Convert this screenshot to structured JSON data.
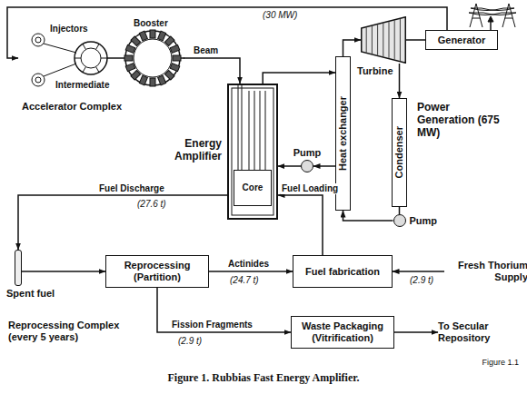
{
  "diagram": {
    "caption": "Figure 1. Rubbias Fast Energy Amplifier.",
    "nodes": [
      {
        "text": [
          "Accelerator Complex"
        ]
      },
      {
        "text": [
          "Energy Amplifier"
        ]
      },
      {
        "text": [
          "Core"
        ],
        "in": 1
      },
      {
        "text": [
          "Pump"
        ]
      },
      {
        "text": [
          "Heat exchanger"
        ]
      },
      {
        "text": [
          "Turbine"
        ]
      },
      {
        "text": [
          "Generator"
        ]
      },
      {
        "text": [
          "Condenser"
        ]
      },
      {
        "text": [
          "Pump"
        ]
      },
      {
        "text": [
          "Spent fuel"
        ]
      },
      {
        "text": [
          "Reprocessing (Partition)"
        ]
      },
      {
        "text": [
          "Fuel fabrication"
        ]
      },
      {
        "text": [
          "Fresh Thorium Supply"
        ]
      },
      {
        "text": [
          "Waste Packaging (Vitrification)"
        ]
      },
      {
        "text": [
          "To Secular Repository"
        ]
      }
    ],
    "edges": [
      {
        "from": 6,
        "to": 0,
        "label": "(30 MW)",
        "arrow": "to"
      },
      {
        "from": 0,
        "to": 1,
        "label": "Beam",
        "arrow": "to"
      },
      {
        "from": 1,
        "to": 4,
        "arrow": "to"
      },
      {
        "from": 4,
        "to": 3,
        "arrow": "to"
      },
      {
        "from": 3,
        "to": 1,
        "arrow": "to"
      },
      {
        "from": 4,
        "to": 5,
        "arrow": "to"
      },
      {
        "from": 5,
        "to": 6,
        "arrow": "none"
      },
      {
        "from": 5,
        "to": 7,
        "arrow": "to"
      },
      {
        "from": 7,
        "to": 8,
        "arrow": "none"
      },
      {
        "from": 8,
        "to": 4,
        "arrow": "to"
      },
      {
        "from": 1,
        "to": 9,
        "label": "Fuel Discharge",
        "arrow": "to"
      },
      {
        "from": 9,
        "to": 10,
        "arrow": "to"
      },
      {
        "from": 10,
        "to": 11,
        "label": "Actinides",
        "arrow": "to"
      },
      {
        "from": 11,
        "to": 1,
        "label": "Fuel Loading",
        "arrow": "to"
      },
      {
        "from": 12,
        "to": 11,
        "arrow": "to"
      },
      {
        "from": 10,
        "to": 13,
        "label": "Fission Fragments",
        "arrow": "to"
      },
      {
        "from": 13,
        "to": 14,
        "arrow": "to"
      }
    ],
    "labels": [
      "Injectors",
      "Intermediate",
      "Booster",
      "Power Generation (675 MW)",
      "(27.6 t)",
      "(24.7 t)",
      "(2.9 t)",
      "Reprocessing Complex (every 5 years)",
      "(2.9 t)",
      "Figure 1.1"
    ]
  }
}
